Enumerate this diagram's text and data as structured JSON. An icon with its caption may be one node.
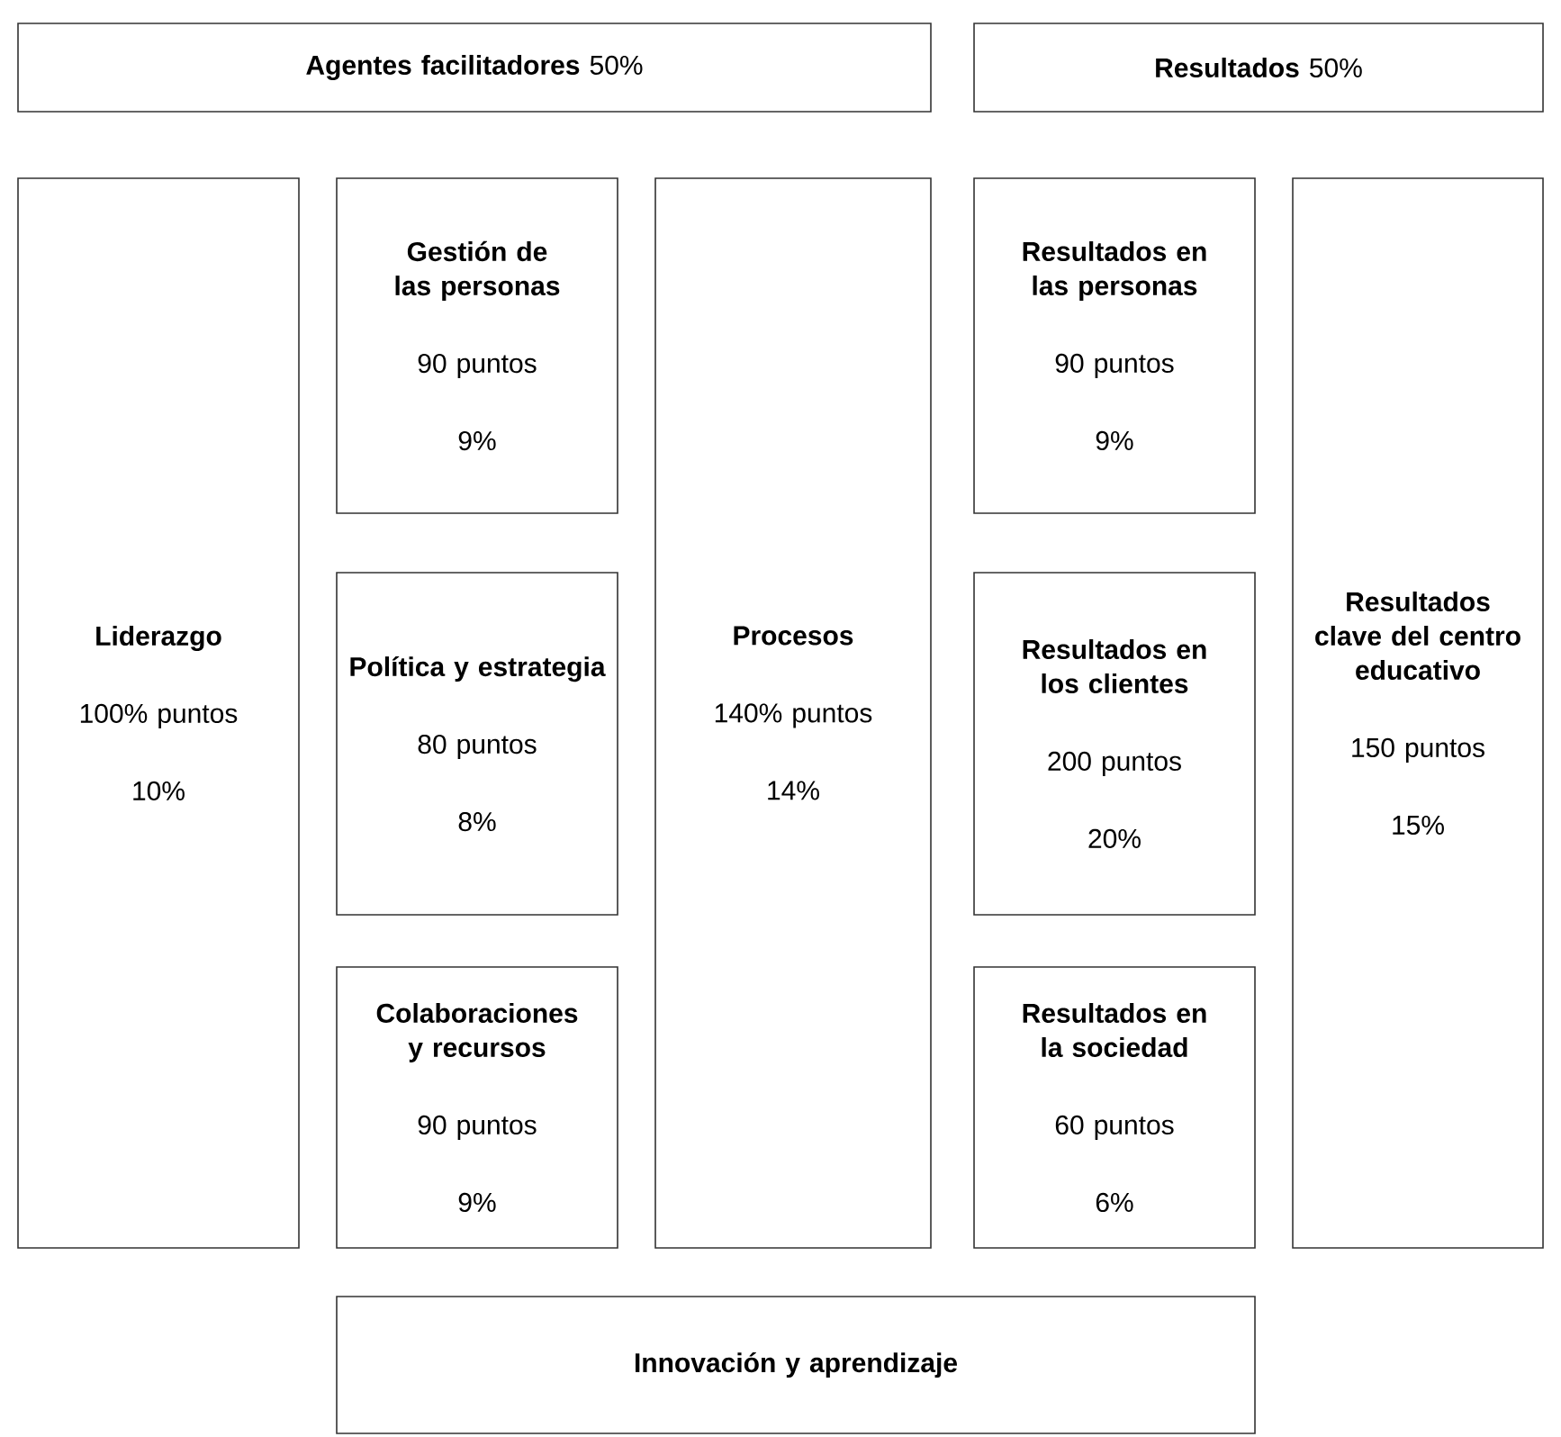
{
  "diagram": {
    "nodes": [
      {
        "text": [
          "**Agentes facilitadores** 50%"
        ]
      },
      {
        "text": [
          "**Resultados** 50%"
        ]
      },
      {
        "text": [
          "Liderazgo",
          "100% puntos",
          "10%"
        ]
      },
      {
        "text": [
          "Gestión de las personas",
          "90 puntos",
          "9%"
        ]
      },
      {
        "text": [
          "Política y estrategia",
          "80 puntos",
          "8%"
        ]
      },
      {
        "text": [
          "Colaboraciones y recursos",
          "90 puntos",
          "9%"
        ]
      },
      {
        "text": [
          "Procesos",
          "140% puntos",
          "14%"
        ]
      },
      {
        "text": [
          "Resultados en las personas",
          "90 puntos",
          "9%"
        ]
      },
      {
        "text": [
          "Resultados en los clientes",
          "200 puntos",
          "20%"
        ]
      },
      {
        "text": [
          "Resultados en la sociedad",
          "60 puntos",
          "6%"
        ]
      },
      {
        "text": [
          "Resultados clave del centro educativo",
          "150 puntos",
          "15%"
        ]
      },
      {
        "text": [
          "Innovación y aprendizaje"
        ]
      }
    ]
  }
}
